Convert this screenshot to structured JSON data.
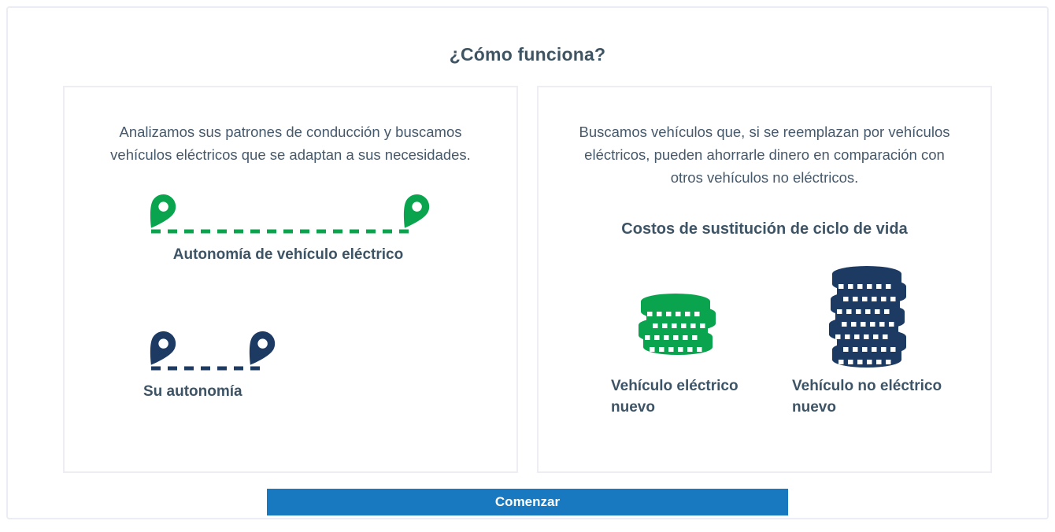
{
  "title": "¿Cómo funciona?",
  "colors": {
    "green": "#0aa44e",
    "navy": "#1d3a63",
    "button_blue": "#1878c0",
    "text": "#46596b",
    "heading_text": "#3d5466",
    "panel_border": "#ededf3"
  },
  "left_panel": {
    "description": "Analizamos sus patrones de conducción y buscamos vehículos eléctricos que se adaptan a sus necesidades.",
    "ev_range": {
      "icon": "route-pins-green-icon",
      "label": "Autonomía de vehículo eléctrico"
    },
    "your_range": {
      "icon": "route-pins-navy-icon",
      "label": "Su autonomía"
    }
  },
  "right_panel": {
    "description": "Buscamos vehículos que, si se reemplazan por vehículos eléctricos, pueden ahorrarle dinero en comparación con otros vehículos no eléctricos.",
    "heading": "Costos de sustitución de ciclo de vida",
    "ev_cost": {
      "icon": "coin-stack-small-green-icon",
      "label": "Vehículo eléctrico nuevo"
    },
    "non_ev_cost": {
      "icon": "coin-stack-tall-navy-icon",
      "label": "Vehículo no eléctrico nuevo"
    }
  },
  "start_button_label": "Comenzar"
}
